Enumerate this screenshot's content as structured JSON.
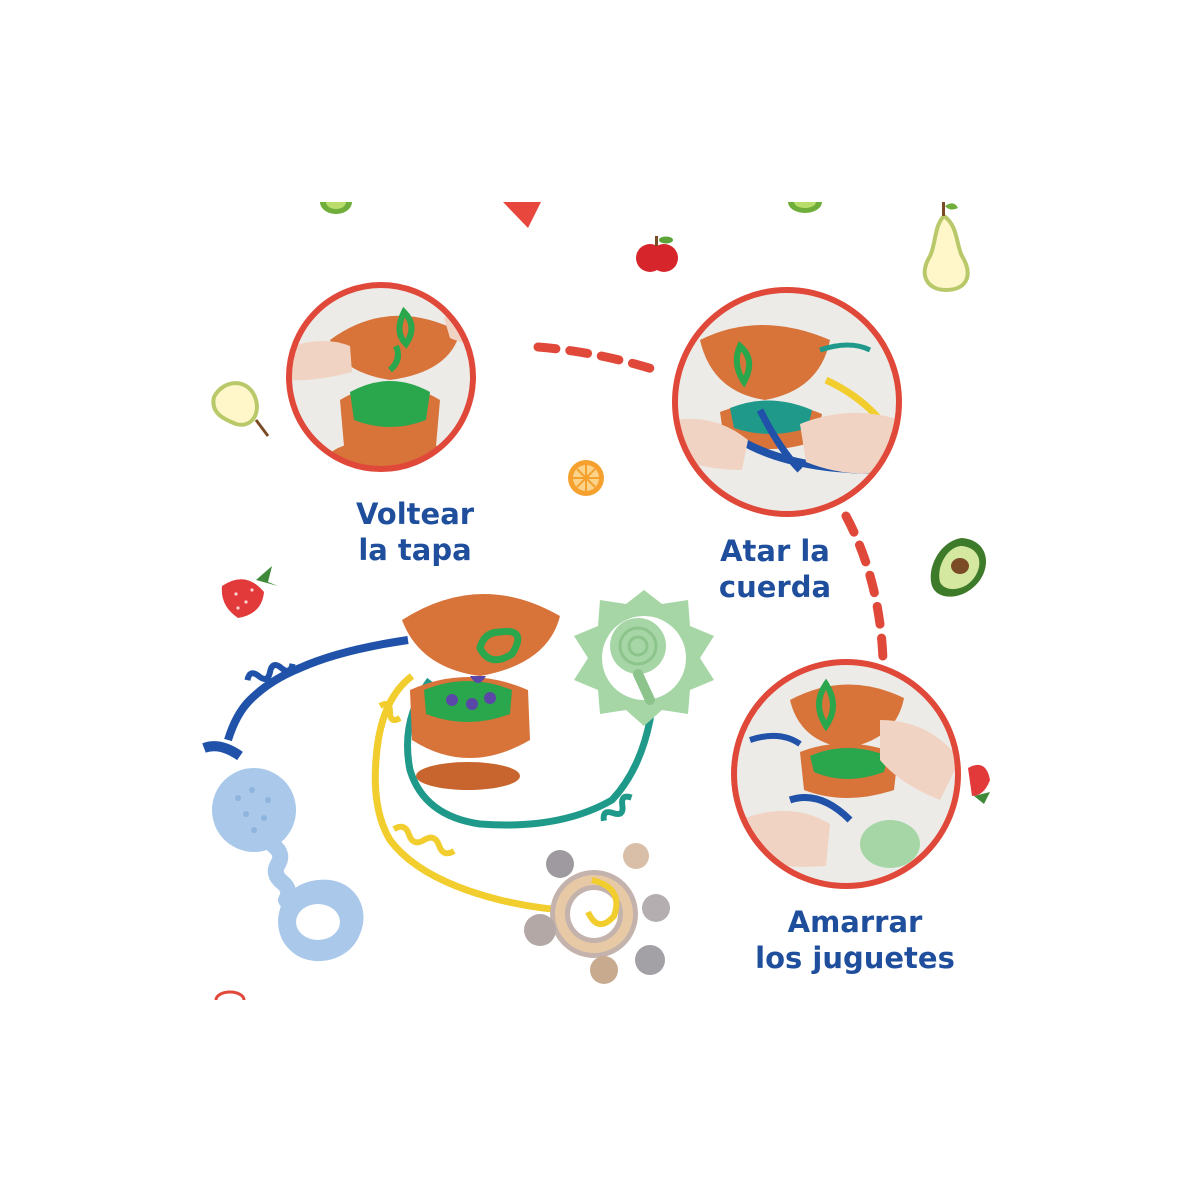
{
  "captions": {
    "step1": {
      "line1": "Voltear",
      "line2": "la tapa"
    },
    "step2": {
      "line1": "Atar la",
      "line2": "cuerda"
    },
    "step3": {
      "line1": "Amarrar",
      "line2": "los juguetes"
    }
  },
  "colors": {
    "caption_text": "#1e4e9c",
    "circle_border": "#e0493a",
    "dashed_connector": "#e0493a",
    "toy_orange": "#d8733a",
    "toy_green": "#2aa64c",
    "string_blue": "#1f52a8",
    "string_yellow": "#f2cd2e",
    "string_teal": "#1f9a8a",
    "teether_light_blue": "#a9c8ea",
    "teether_mint": "#a6d6a6",
    "teether_taupe": "#c4b3ad"
  },
  "icons": [
    "kiwi-icon",
    "watermelon-icon",
    "apple-icon",
    "pear-icon",
    "orange-slice-icon",
    "strawberry-icon",
    "avocado-icon"
  ]
}
